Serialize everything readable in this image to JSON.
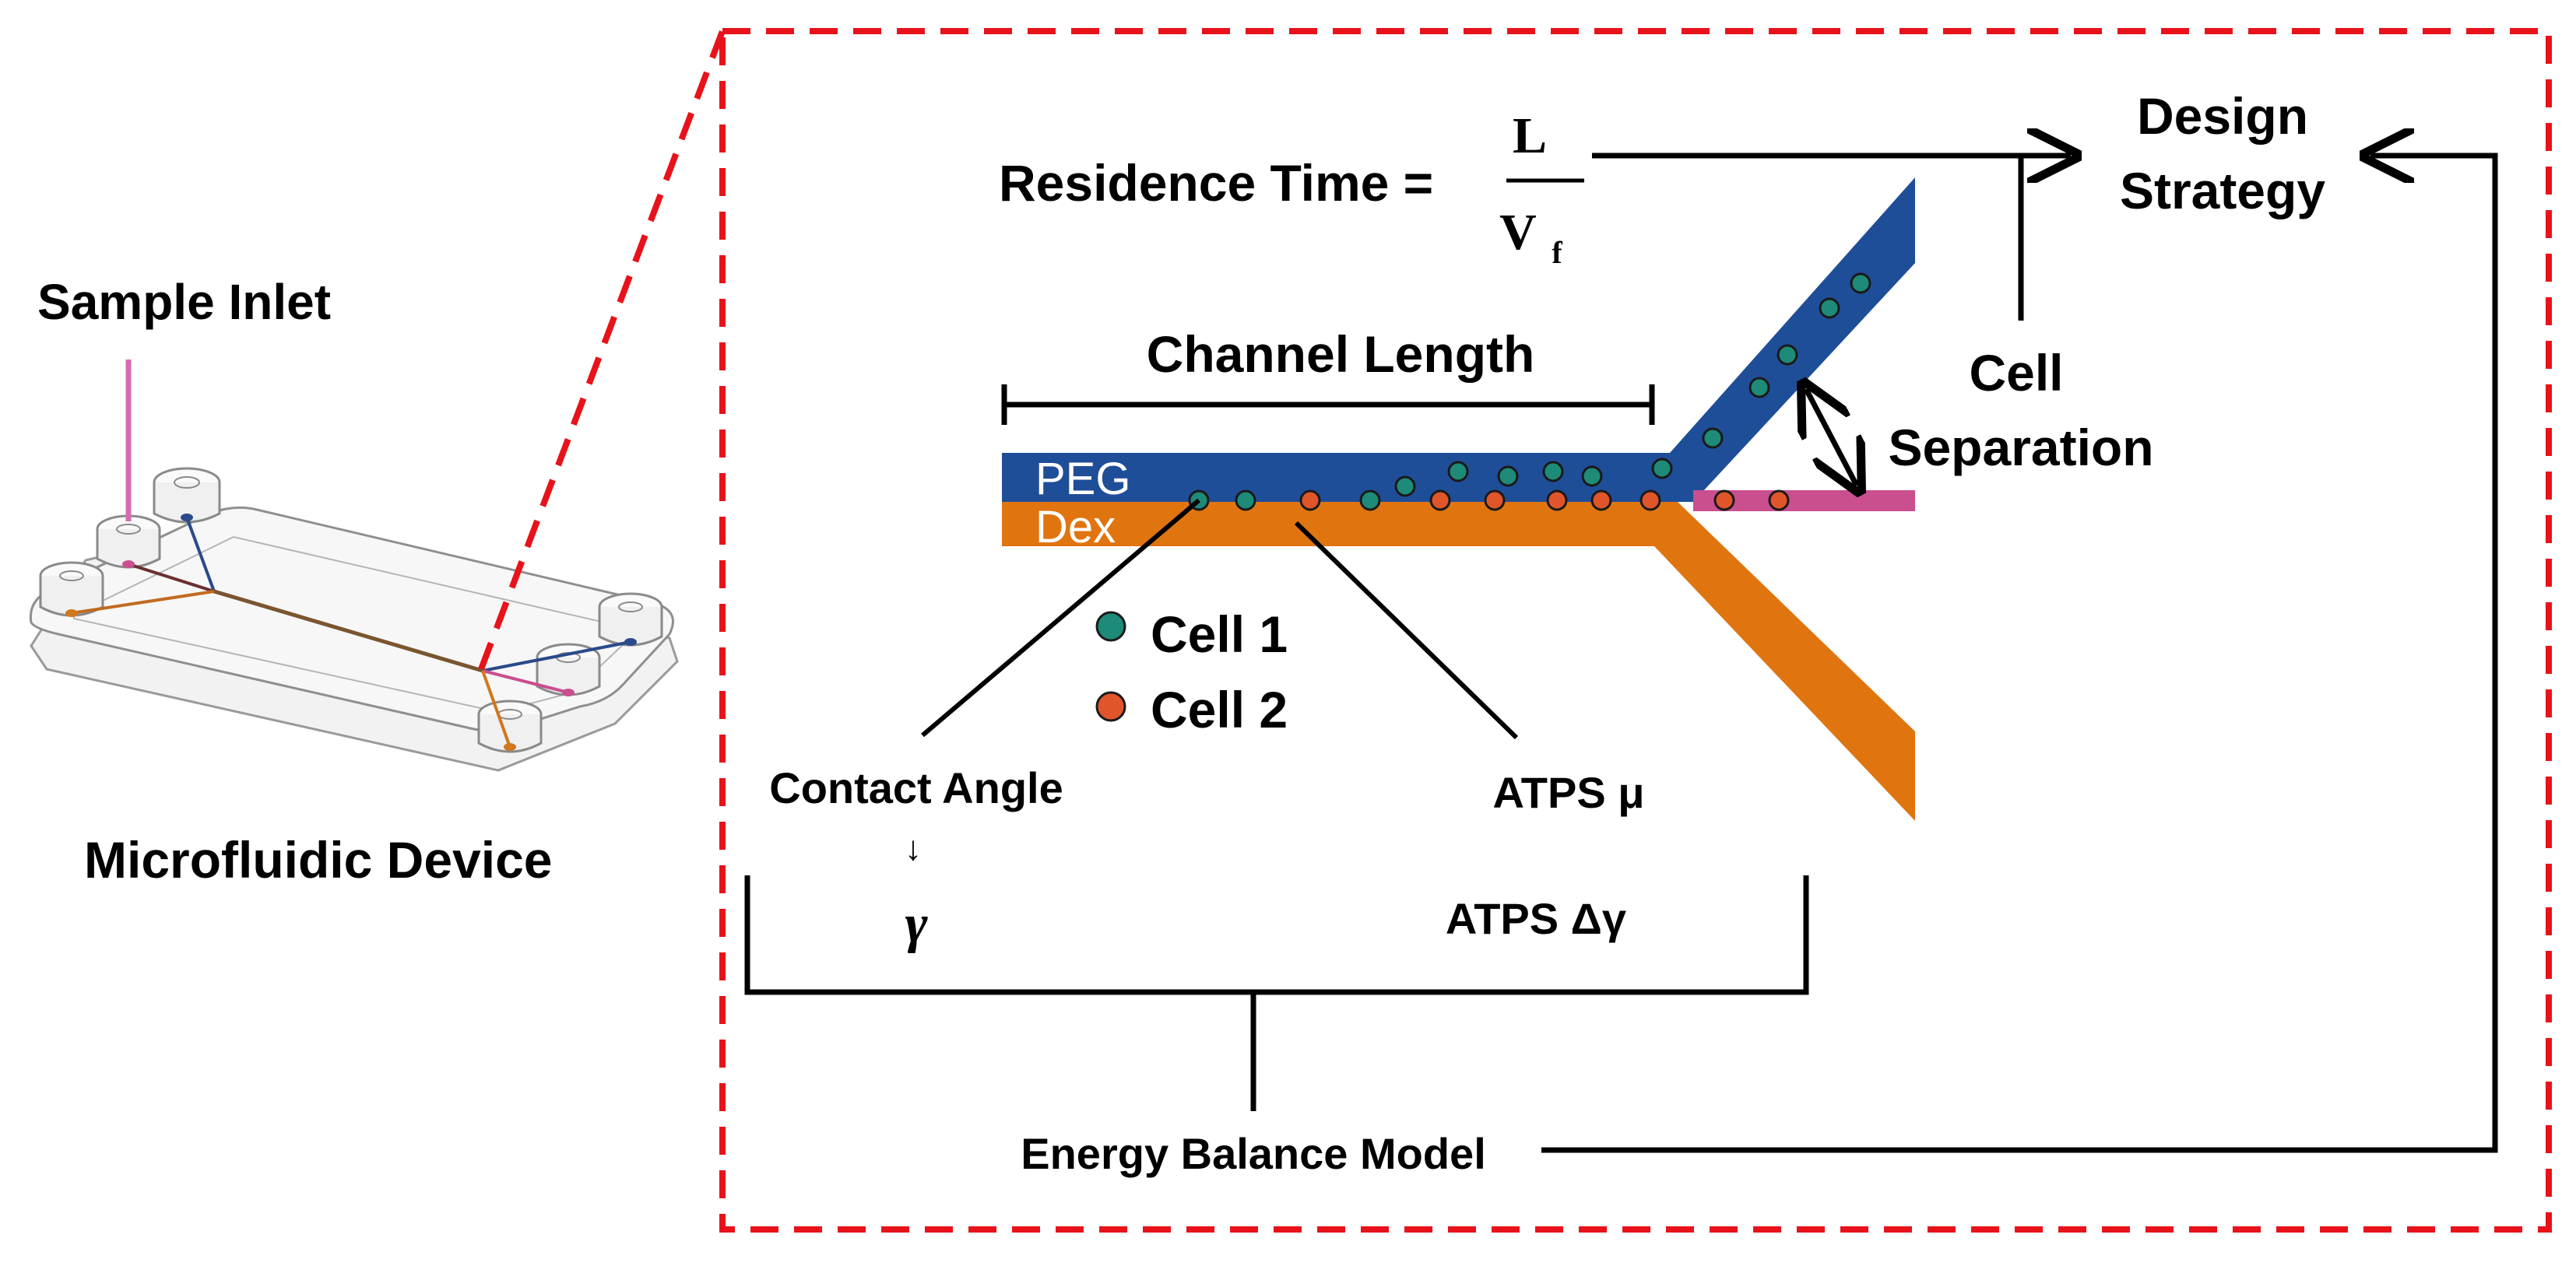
{
  "device": {
    "sample_inlet_label": "Sample Inlet",
    "device_label": "Microfluidic Device"
  },
  "formula": {
    "lhs": "Residence Time =",
    "numerator": "L",
    "denominator": "V",
    "denominator_subscript": "f"
  },
  "design_strategy": {
    "line1": "Design",
    "line2": "Strategy"
  },
  "channel": {
    "length_label": "Channel Length",
    "peg_label": "PEG",
    "dex_label": "Dex"
  },
  "cell_separation": {
    "line1": "Cell",
    "line2": "Separation"
  },
  "legend": {
    "cell1": "Cell 1",
    "cell2": "Cell 2"
  },
  "annotations": {
    "contact_angle": "Contact Angle",
    "arrow_down": "↓",
    "gamma": "γ",
    "atps_mu": "ATPS μ",
    "atps_delta_gamma": "ATPS Δγ",
    "energy_balance": "Energy Balance Model"
  },
  "colors": {
    "peg_blue": "#1f4e99",
    "dex_orange": "#e07510",
    "outlet_magenta": "#c94f8f",
    "cell1": "#1e8a78",
    "cell2": "#e0552a",
    "dash_red": "#e8121a",
    "inlet_pink": "#d56bb0"
  }
}
